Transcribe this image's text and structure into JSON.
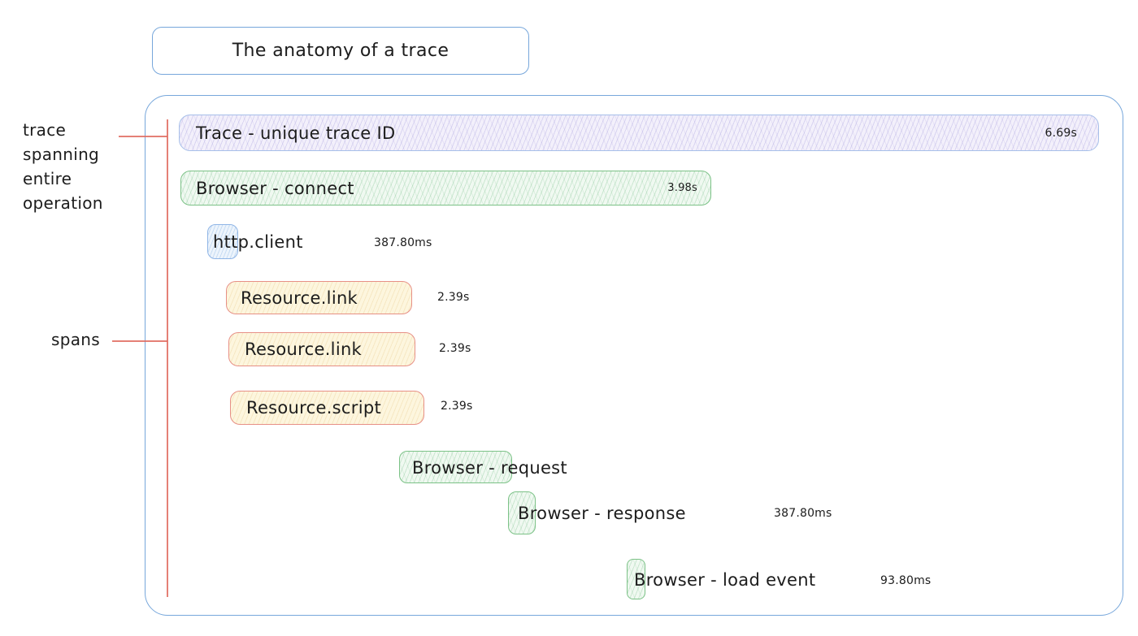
{
  "title": "The anatomy of a trace",
  "annotations": {
    "trace_note": "trace spanning entire operation",
    "spans_note": "spans"
  },
  "colors": {
    "ink": "#1c1c1c",
    "blue-border": "#77a7db",
    "red-line": "#e06a5e",
    "lavender-border": "#a7bfe9",
    "lavender-fill": "#f3f0fb",
    "green-border": "#7cc287",
    "green-fill": "#f0f9f1",
    "yellow-border": "#e79086",
    "yellow-fill": "#fdf6de",
    "smallblue-border": "#8fb5e6",
    "smallblue-fill": "#edf4fc"
  },
  "spans": [
    {
      "label": "Trace - unique trace ID",
      "duration": "6.69s"
    },
    {
      "label": "Browser - connect",
      "duration": "3.98s"
    },
    {
      "label": "http.client",
      "duration": "387.80ms"
    },
    {
      "label": "Resource.link",
      "duration": "2.39s"
    },
    {
      "label": "Resource.link",
      "duration": "2.39s"
    },
    {
      "label": "Resource.script",
      "duration": "2.39s"
    },
    {
      "label": "Browser - request"
    },
    {
      "label": "Browser - response",
      "duration": "387.80ms"
    },
    {
      "label": "Browser - load event",
      "duration": "93.80ms"
    }
  ]
}
